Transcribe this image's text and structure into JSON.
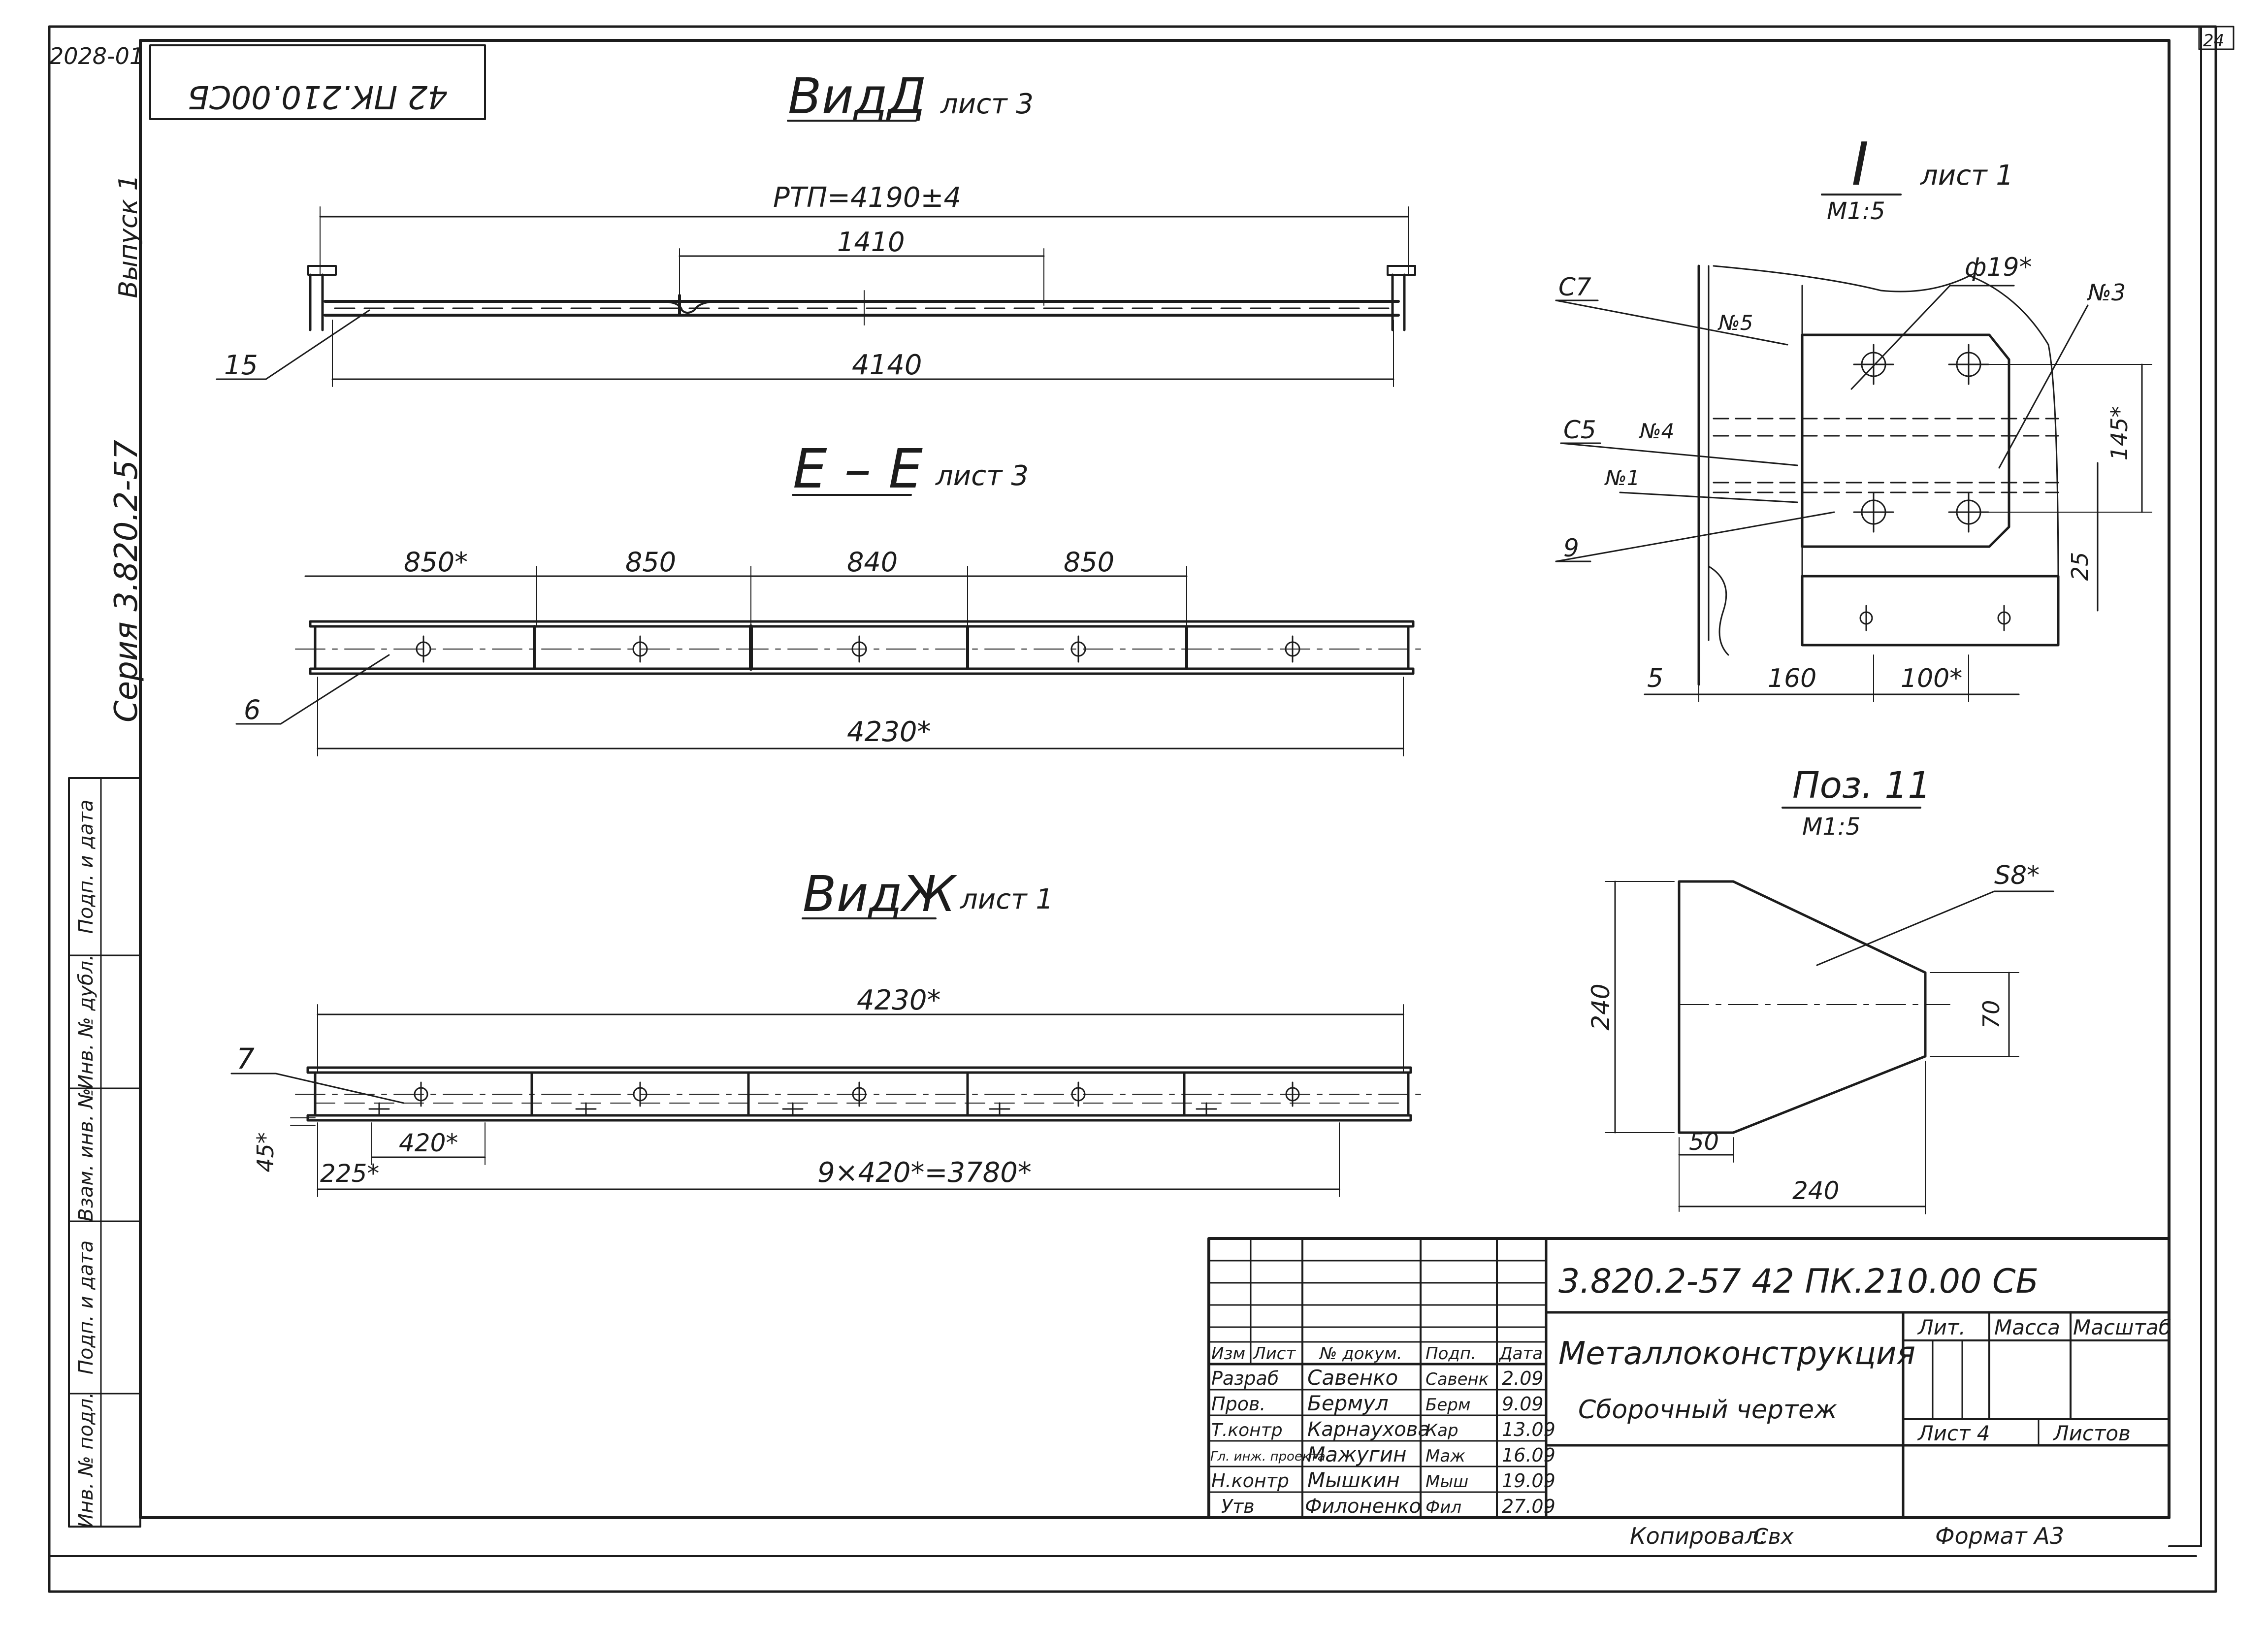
{
  "corner": {
    "code": "2028-01",
    "sheet_no": "24"
  },
  "stamp_rotated": "42 ПК.210.00СБ",
  "side": {
    "issue": "Выпуск 1",
    "series": "Серия 3.820.2-57"
  },
  "side_table": [
    "Инв. № подл.",
    "Подп. и дата",
    "Взам. инв. №",
    "Инв. № дубл.",
    "Подп. и дата"
  ],
  "view_d": {
    "title": "ВидД",
    "ref": "лист 3",
    "dim_total": "РТП=4190±4",
    "dim_mid": "1410",
    "dim_bottom": "4140",
    "pos": "15"
  },
  "section_e": {
    "title": "Е – Е",
    "ref": "лист 3",
    "dims": [
      "850*",
      "850",
      "840",
      "850"
    ],
    "dim_total": "4230*",
    "pos": "6"
  },
  "view_zh": {
    "title": "ВидЖ",
    "ref": "лист 1",
    "dim_total": "4230*",
    "pos": "7",
    "dim_left": "45*",
    "dim_a": "225*",
    "dim_b": "420*",
    "dim_pitch": "9×420*=3780*"
  },
  "detail_i": {
    "title": "I",
    "scale": "М1:5",
    "ref": "лист 1",
    "hole": "ф19*",
    "labels": [
      "С7",
      "№5",
      "С5",
      "№4",
      "№1",
      "9",
      "№3"
    ],
    "dims": {
      "d145": "145*",
      "d25": "25",
      "d5": "5",
      "d160": "160",
      "d100": "100*"
    }
  },
  "pos11": {
    "title": "Поз. 11",
    "scale": "М1:5",
    "thickness": "S8*",
    "d240v": "240",
    "d70": "70",
    "d50": "50",
    "d240h": "240"
  },
  "title_block": {
    "code": "3.820.2-57   42 ПК.210.00 СБ",
    "name": "Металлоконструкция",
    "doc_type": "Сборочный чертеж",
    "col_headers": [
      "Изм",
      "Лист",
      "№ докум.",
      "Подп.",
      "Дата"
    ],
    "rows": [
      {
        "role": "Разраб",
        "name": "Савенко",
        "sign": "Савенк",
        "date": "2.09"
      },
      {
        "role": "Пров.",
        "name": "Бермул",
        "sign": "Берм",
        "date": "9.09"
      },
      {
        "role": "Т.контр",
        "name": "Карнаухова",
        "sign": "Кар",
        "date": "13.09"
      },
      {
        "role": "Гл. инж. проекта",
        "name": "Мажугин",
        "sign": "Маж",
        "date": "16.09"
      },
      {
        "role": "Н.контр",
        "name": "Мышкин",
        "sign": "Мыш",
        "date": "19.09"
      },
      {
        "role": "Утв",
        "name": "Филоненко",
        "sign": "Фил",
        "date": "27.09"
      }
    ],
    "lit": "Лит.",
    "mass": "Масса",
    "scale": "Масштаб",
    "sheet": "Лист 4",
    "sheets": "Листов",
    "copied": "Копировал:",
    "copied_sign": "Свх",
    "format": "Формат А3"
  }
}
